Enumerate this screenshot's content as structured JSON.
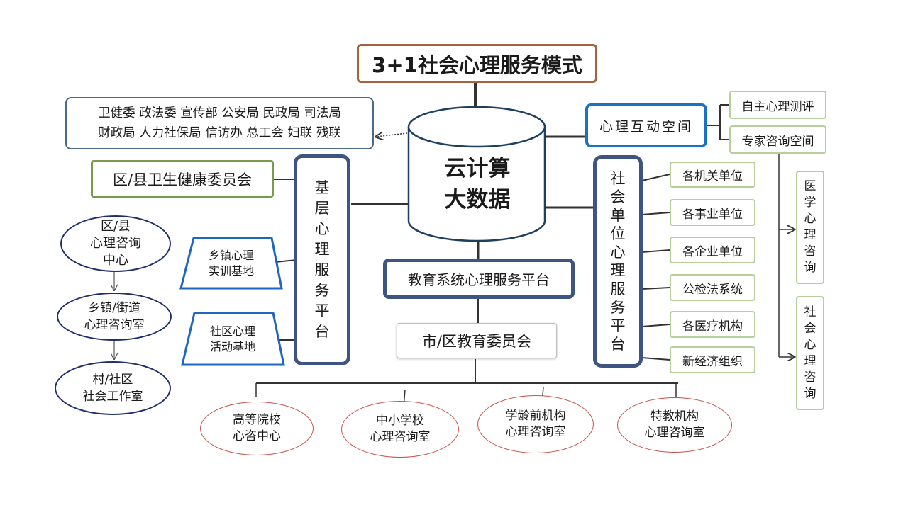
{
  "title": "3+1社会心理服务模式",
  "government_departments": {
    "line1": "卫健委 政法委 宣传部 公安局 民政局 司法局",
    "line2": "财政局 人力社保局 信访办 总工会 妇联 残联"
  },
  "cloud": {
    "line1": "云计算",
    "line2": "大数据"
  },
  "interactive_space": {
    "label": "心理互动空间",
    "children": [
      "自主心理测评",
      "专家咨询空间"
    ],
    "sub_boxes": [
      [
        "医",
        "学",
        "心",
        "理",
        "咨",
        "询"
      ],
      [
        "社",
        "会",
        "心",
        "理",
        "咨",
        "询"
      ]
    ]
  },
  "grassroots": {
    "commission": "区/县卫生健康委员会",
    "platform_chars": [
      "基",
      "层",
      "心",
      "理",
      "服",
      "务",
      "平",
      "台"
    ],
    "bases": [
      {
        "line1": "乡镇心理",
        "line2": "实训基地"
      },
      {
        "line1": "社区心理",
        "line2": "活动基地"
      }
    ],
    "chain": [
      {
        "lines": [
          "区/县",
          "心理咨询",
          "中心"
        ]
      },
      {
        "lines": [
          "乡镇/街道",
          "心理咨询室"
        ]
      },
      {
        "lines": [
          "村/社区",
          "社会工作室"
        ]
      }
    ]
  },
  "social_units": {
    "platform_chars": [
      "社",
      "会",
      "单",
      "位",
      "心",
      "理",
      "服",
      "务",
      "平",
      "台"
    ],
    "units": [
      "各机关单位",
      "各事业单位",
      "各企业单位",
      "公检法系统",
      "各医疗机构",
      "新经济组织"
    ]
  },
  "education": {
    "platform": "教育系统心理服务平台",
    "commission": "市/区教育委员会",
    "institutions": [
      {
        "line1": "高等院校",
        "line2": "心咨中心"
      },
      {
        "line1": "中小学校",
        "line2": "心理咨询室"
      },
      {
        "line1": "学龄前机构",
        "line2": "心理咨询室"
      },
      {
        "line1": "特教机构",
        "line2": "心理咨询室"
      }
    ]
  },
  "colors": {
    "title_border": "#a0653a",
    "platform_border": "#3e5584",
    "interact_border": "#1a72c4",
    "green_border": "#b7cf9a",
    "oval_blue": "#1f2f6e",
    "oval_red": "#c8504a",
    "line": "#333333"
  }
}
